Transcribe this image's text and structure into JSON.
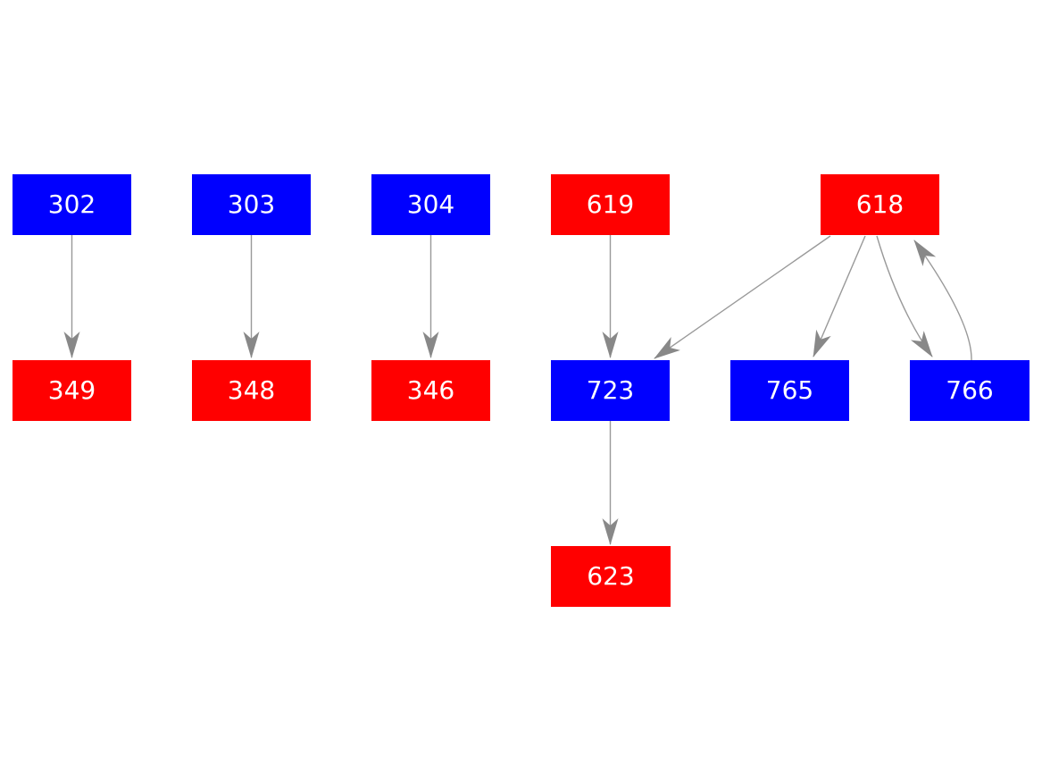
{
  "diagram": {
    "type": "directed-graph",
    "background": "#ffffff",
    "colors": {
      "blue_node": "#0000ff",
      "red_node": "#ff0000",
      "node_text": "#ffffff",
      "edge": "#999999",
      "arrowhead": "#888888"
    },
    "nodes": [
      {
        "label": "302",
        "color": "blue"
      },
      {
        "label": "303",
        "color": "blue"
      },
      {
        "label": "304",
        "color": "blue"
      },
      {
        "label": "619",
        "color": "red"
      },
      {
        "label": "618",
        "color": "red"
      },
      {
        "label": "349",
        "color": "red"
      },
      {
        "label": "348",
        "color": "red"
      },
      {
        "label": "346",
        "color": "red"
      },
      {
        "label": "723",
        "color": "blue"
      },
      {
        "label": "765",
        "color": "blue"
      },
      {
        "label": "766",
        "color": "blue"
      },
      {
        "label": "623",
        "color": "red"
      }
    ],
    "edges": [
      {
        "from": "302",
        "to": "349"
      },
      {
        "from": "303",
        "to": "348"
      },
      {
        "from": "304",
        "to": "346"
      },
      {
        "from": "619",
        "to": "723"
      },
      {
        "from": "618",
        "to": "723"
      },
      {
        "from": "618",
        "to": "765"
      },
      {
        "from": "618",
        "to": "766"
      },
      {
        "from": "766",
        "to": "618"
      },
      {
        "from": "723",
        "to": "623"
      }
    ]
  }
}
